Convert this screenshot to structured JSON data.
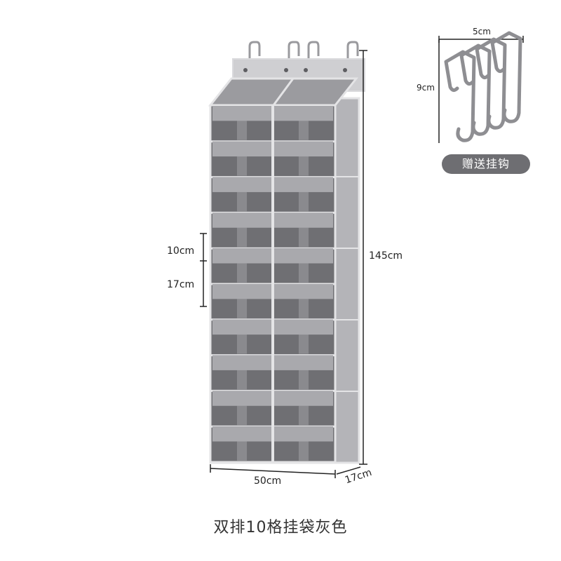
{
  "product": {
    "caption": "双排10格挂袋灰色",
    "rows": 10,
    "columns": 2
  },
  "dimensions": {
    "width": "50cm",
    "depth": "17cm",
    "height": "145cm",
    "pocket_small": "10cm",
    "pocket_large": "17cm"
  },
  "hook_inset": {
    "badge": "赠送挂钩",
    "width": "5cm",
    "height": "9cm",
    "hook_count": 4
  },
  "colors": {
    "fabric_dark": "#6f6f73",
    "fabric_mid": "#8a8a8e",
    "fabric_light": "#a9a9ad",
    "trim": "#e4e4e6",
    "badge": "#6e6e72"
  }
}
